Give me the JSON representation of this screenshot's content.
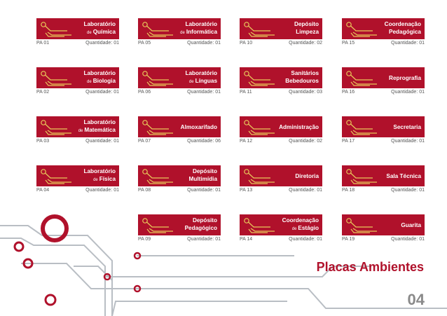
{
  "page_title": "Placas Ambientes",
  "page_number": "04",
  "colors": {
    "plate": "#b0112b",
    "circuit": "#b9bec4",
    "accent": "#b0112b"
  },
  "icon": "circuit-plug-icon",
  "plates": [
    {
      "lines": [
        "Laboratório",
        "Química"
      ],
      "prefix": "de",
      "code": "PA 01",
      "qty": "Quantidade: 01"
    },
    {
      "lines": [
        "Laboratório",
        "Informática"
      ],
      "prefix": "de",
      "code": "PA 05",
      "qty": "Quantidade: 01"
    },
    {
      "lines": [
        "Depósito",
        "Limpeza"
      ],
      "prefix": "",
      "code": "PA 10",
      "qty": "Quantidade: 02"
    },
    {
      "lines": [
        "Coordenação",
        "Pedagógica"
      ],
      "prefix": "",
      "code": "PA 15",
      "qty": "Quantidade: 01"
    },
    {
      "lines": [
        "Laboratório",
        "Biologia"
      ],
      "prefix": "de",
      "code": "PA 02",
      "qty": "Quantidade: 01"
    },
    {
      "lines": [
        "Laboratório",
        "Línguas"
      ],
      "prefix": "de",
      "code": "PA 06",
      "qty": "Quantidade: 01"
    },
    {
      "lines": [
        "Sanitários",
        "Bebedouros"
      ],
      "prefix": "",
      "code": "PA 11",
      "qty": "Quantidade: 03"
    },
    {
      "lines": [
        "Reprografia"
      ],
      "prefix": "",
      "code": "PA 16",
      "qty": "Quantidade: 01"
    },
    {
      "lines": [
        "Laboratório",
        "Matemática"
      ],
      "prefix": "de",
      "code": "PA 03",
      "qty": "Quantidade: 01"
    },
    {
      "lines": [
        "Almoxarifado"
      ],
      "prefix": "",
      "code": "PA 07",
      "qty": "Quantidade: 06"
    },
    {
      "lines": [
        "Administração"
      ],
      "prefix": "",
      "code": "PA 12",
      "qty": "Quantidade: 02"
    },
    {
      "lines": [
        "Secretaria"
      ],
      "prefix": "",
      "code": "PA 17",
      "qty": "Quantidade: 01"
    },
    {
      "lines": [
        "Laboratório",
        "Física"
      ],
      "prefix": "de",
      "code": "PA 04",
      "qty": "Quantidade: 01"
    },
    {
      "lines": [
        "Depósito",
        "Multimídia"
      ],
      "prefix": "",
      "code": "PA 08",
      "qty": "Quantidade: 01"
    },
    {
      "lines": [
        "Diretoria"
      ],
      "prefix": "",
      "code": "PA 13",
      "qty": "Quantidade: 01"
    },
    {
      "lines": [
        "Sala Técnica"
      ],
      "prefix": "",
      "code": "PA 18",
      "qty": "Quantidade: 01"
    },
    {
      "lines": [
        "Depósito",
        "Pedagógico"
      ],
      "prefix": "",
      "code": "PA 09",
      "qty": "Quantidade: 01"
    },
    {
      "lines": [
        "Coordenação",
        "Estágio"
      ],
      "prefix": "de",
      "code": "PA 14",
      "qty": "Quantidade: 01"
    },
    {
      "lines": [
        "Guarita"
      ],
      "prefix": "",
      "code": "PA 19",
      "qty": "Quantidade: 01"
    }
  ]
}
